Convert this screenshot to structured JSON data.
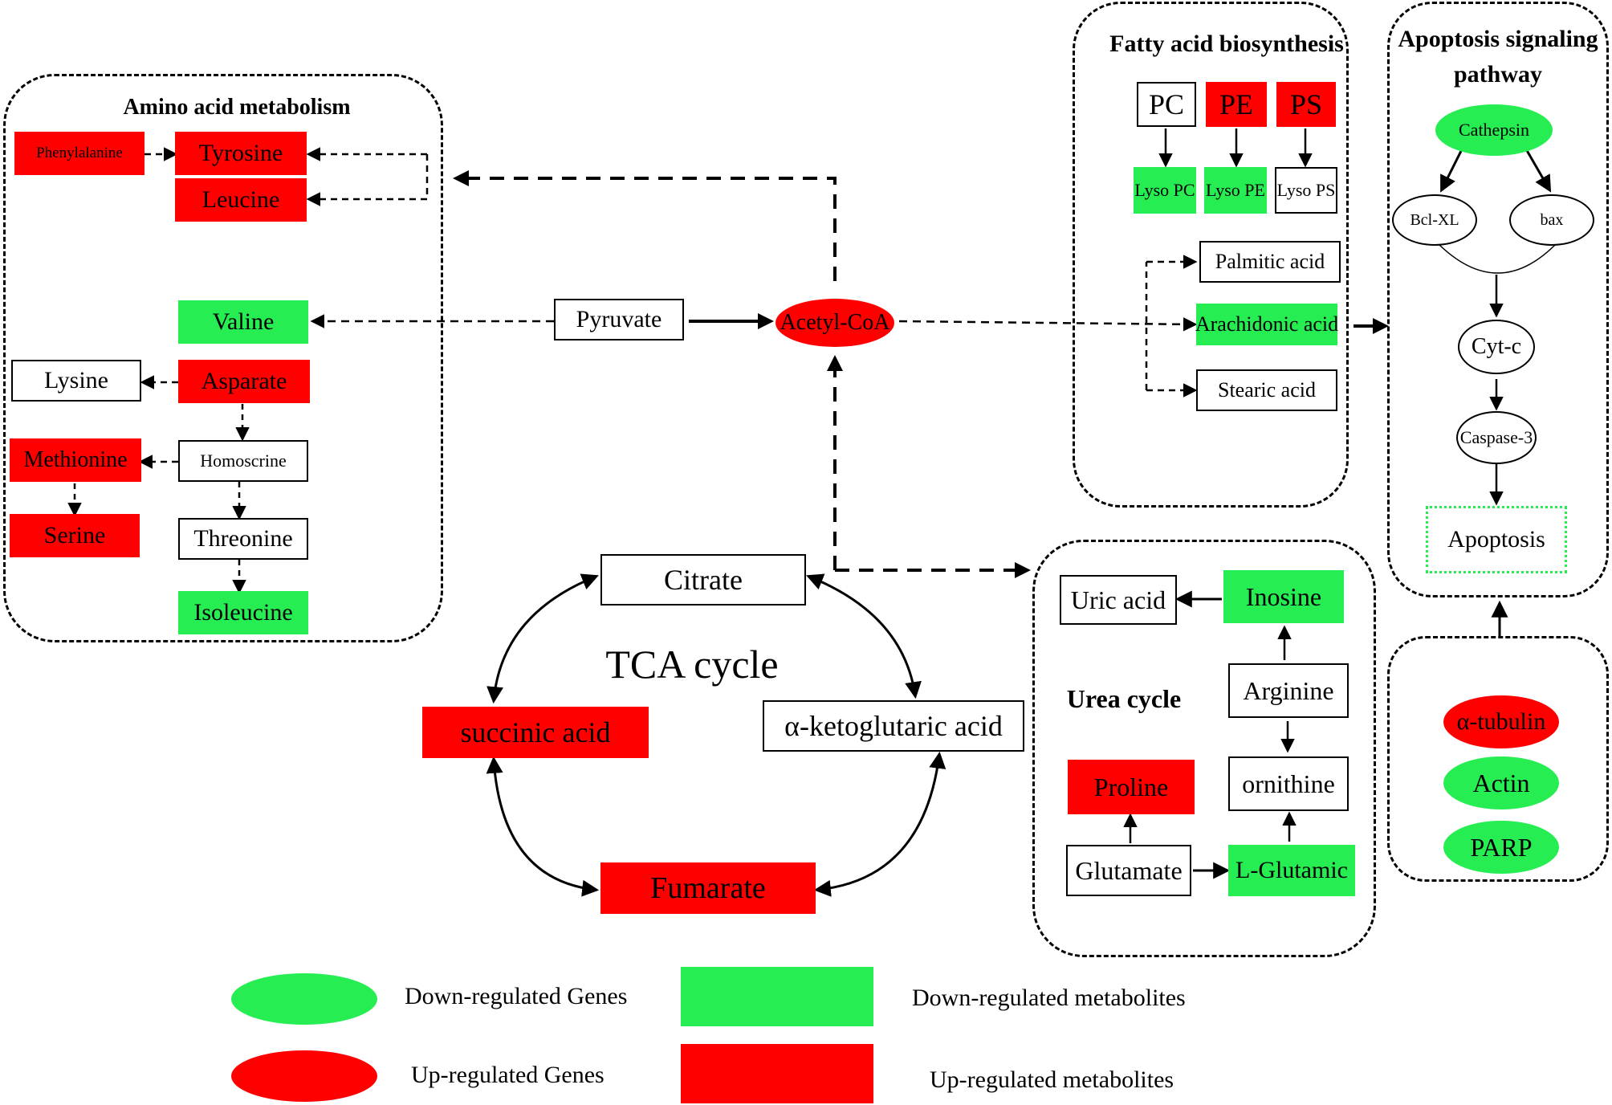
{
  "colors": {
    "up": "#ff0000",
    "down": "#26ee52",
    "neutral": "#ffffff",
    "stroke": "#000000"
  },
  "groups": {
    "amino": {
      "title": "Amino acid metabolism"
    },
    "fatty": {
      "title": "Fatty acid biosynthesis"
    },
    "apoptosis": {
      "title_line1": "Apoptosis signaling",
      "title_line2": "pathway"
    },
    "tca": {
      "title": "TCA cycle"
    },
    "urea": {
      "title": "Urea cycle"
    }
  },
  "amino_nodes": {
    "phenylalanine": "Phenylalanine",
    "tyrosine": "Tyrosine",
    "leucine": "Leucine",
    "valine": "Valine",
    "lysine": "Lysine",
    "asparate": "Asparate",
    "methionine": "Methionine",
    "homoscrine": "Homoscrine",
    "serine": "Serine",
    "threonine": "Threonine",
    "isoleucine": "Isoleucine"
  },
  "central_nodes": {
    "pyruvate": "Pyruvate",
    "acetyl_coa": "Acetyl-CoA"
  },
  "fatty_nodes": {
    "pc": "PC",
    "pe": "PE",
    "ps": "PS",
    "lyso_pc": "Lyso PC",
    "lyso_pe": "Lyso PE",
    "lyso_ps": "Lyso PS",
    "palmitic": "Palmitic acid",
    "arachidonic": "Arachidonic acid",
    "stearic": "Stearic acid"
  },
  "apoptosis_nodes": {
    "cathepsin": "Cathepsin",
    "bcl_xl": "Bcl-XL",
    "bax": "bax",
    "cyt_c": "Cyt-c",
    "caspase3": "Caspase-3",
    "apoptosis": "Apoptosis"
  },
  "gene_nodes": {
    "tubulin": "α-tubulin",
    "actin": "Actin",
    "parp": "PARP"
  },
  "tca_nodes": {
    "citrate": "Citrate",
    "akg": "α-ketoglutaric acid",
    "succinic": "succinic acid",
    "fumarate": "Fumarate"
  },
  "urea_nodes": {
    "uric": "Uric acid",
    "inosine": "Inosine",
    "arginine": "Arginine",
    "ornithine": "ornithine",
    "proline": "Proline",
    "glutamate": "Glutamate",
    "l_glutamic": "L-Glutamic"
  },
  "legend": {
    "down_genes": "Down-regulated Genes",
    "up_genes": "Up-regulated Genes",
    "down_metabolites": "Down-regulated metabolites",
    "up_metabolites": "Up-regulated metabolites"
  }
}
